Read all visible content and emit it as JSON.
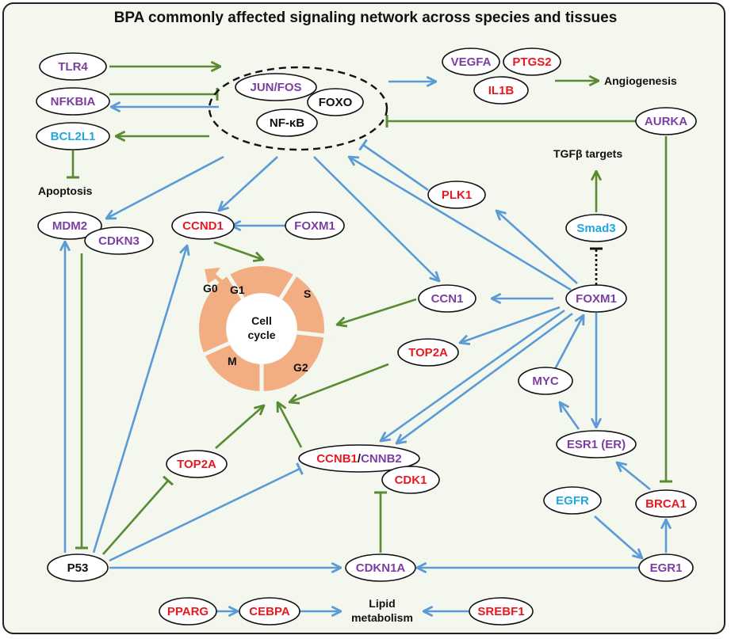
{
  "title": "BPA commonly affected signaling network across species and tissues",
  "colors": {
    "background": "#f3f7ee",
    "red": "#e8191f",
    "purple": "#7b3fa0",
    "cyan": "#1fa7df",
    "black": "#111111",
    "blue_arrow": "#5b9bd5",
    "green_arrow": "#5a8a32",
    "cycle_orange": "#f2ad82"
  },
  "nodes": {
    "tlr4": "TLR4",
    "nfkbia": "NFKBIA",
    "bcl2l1": "BCL2L1",
    "jun_fos": "JUN/FOS",
    "foxo": "FOXO",
    "nfkb": "NF-κB",
    "vegfa": "VEGFA",
    "ptgs2": "PTGS2",
    "il1b": "IL1B",
    "aurka": "AURKA",
    "mdm2": "MDM2",
    "cdkn3": "CDKN3",
    "ccnd1": "CCND1",
    "foxm1_top": "FOXM1",
    "plk1": "PLK1",
    "smad3": "Smad3",
    "ccn1": "CCN1",
    "foxm1_mid": "FOXM1",
    "top2a_right": "TOP2A",
    "myc": "MYC",
    "esr1": "ESR1 (ER)",
    "top2a_left": "TOP2A",
    "ccnb1": "CCNB1",
    "slash": "/",
    "cnnb2": "CNNB2",
    "cdk1": "CDK1",
    "egfr": "EGFR",
    "brca1": "BRCA1",
    "p53": "P53",
    "cdkn1a": "CDKN1A",
    "egr1": "EGR1",
    "pparg": "PPARG",
    "cebpa": "CEBPA",
    "srebf1": "SREBF1"
  },
  "labels": {
    "angiogenesis": "Angiogenesis",
    "tgfb_targets": "TGFβ targets",
    "apoptosis": "Apoptosis",
    "lipid_line1": "Lipid",
    "lipid_line2": "metabolism"
  },
  "cell_cycle": {
    "center_line1": "Cell",
    "center_line2": "cycle",
    "phases": [
      "G0",
      "G1",
      "S",
      "G2",
      "M"
    ]
  }
}
